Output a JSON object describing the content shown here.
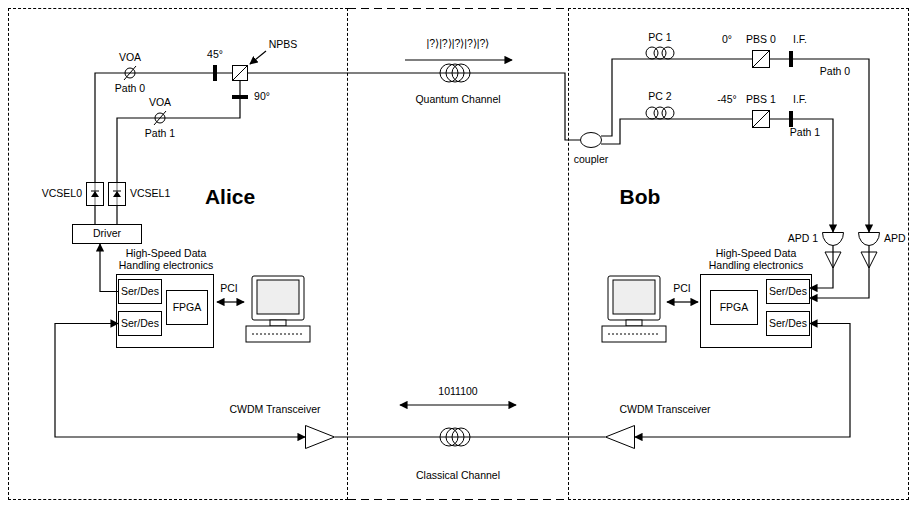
{
  "diagram": {
    "nodes": [
      {
        "text": [
          "Alice"
        ]
      },
      {
        "text": [
          "VCSEL0"
        ],
        "in": 0
      },
      {
        "text": [
          "VCSEL1"
        ],
        "in": 0
      },
      {
        "text": [
          "Driver"
        ],
        "in": 0
      },
      {
        "text": [
          "NPBS"
        ],
        "in": 0
      },
      {
        "text": [
          "High-Speed Data Handling electronics"
        ],
        "in": 0
      },
      {
        "text": [
          "Ser/Des"
        ],
        "in": 5
      },
      {
        "text": [
          "FPGA"
        ],
        "in": 5
      },
      {
        "text": [
          "Ser/Des"
        ],
        "in": 5
      },
      {
        "text": [
          "CWDM Transceiver"
        ],
        "in": 0
      },
      {
        "text": [
          "Bob"
        ]
      },
      {
        "text": [
          "coupler"
        ],
        "in": 10
      },
      {
        "text": [
          "PBS 0"
        ],
        "in": 10
      },
      {
        "text": [
          "PBS 1"
        ],
        "in": 10
      },
      {
        "text": [
          "APD 1"
        ],
        "in": 10
      },
      {
        "text": [
          "APD"
        ],
        "in": 10
      },
      {
        "text": [
          "High-Speed Data Handling electronics"
        ],
        "in": 10
      },
      {
        "text": [
          "FPGA"
        ],
        "in": 16
      },
      {
        "text": [
          "Ser/Des"
        ],
        "in": 16
      },
      {
        "text": [
          "Ser/Des"
        ],
        "in": 16
      },
      {
        "text": [
          "CWDM Transceiver"
        ],
        "in": 10
      }
    ],
    "edges": [
      {
        "from": 3,
        "to": 1,
        "arrow": "none"
      },
      {
        "from": 3,
        "to": 2,
        "arrow": "none"
      },
      {
        "from": 6,
        "to": 3,
        "arrow": "to"
      },
      {
        "from": 1,
        "to": 4,
        "arrow": "none"
      },
      {
        "from": 2,
        "to": 4,
        "arrow": "none"
      },
      {
        "from": 4,
        "to": 11,
        "arrow": "none"
      },
      {
        "from": 11,
        "to": 12,
        "arrow": "none"
      },
      {
        "from": 11,
        "to": 13,
        "arrow": "none"
      },
      {
        "from": 12,
        "to": 15,
        "arrow": "to"
      },
      {
        "from": 13,
        "to": 14,
        "arrow": "to"
      },
      {
        "from": 14,
        "to": 18,
        "arrow": "to"
      },
      {
        "from": 15,
        "to": 18,
        "arrow": "to"
      },
      {
        "from": 8,
        "to": 9,
        "arrow": "both"
      },
      {
        "from": 9,
        "to": 20,
        "arrow": "none"
      },
      {
        "from": 20,
        "to": 19,
        "arrow": "both"
      }
    ],
    "labels": [
      "VOA",
      "Path 0",
      "45°",
      "90°",
      "VOA",
      "Path 1",
      "|?⟩|?⟩|?⟩|?⟩|?⟩",
      "Quantum Channel",
      "PCI",
      "1011100",
      "Classical Channel",
      "PC 1",
      "0°",
      "I.F.",
      "Path 0",
      "PC 2",
      "-45°",
      "I.F.",
      "Path 1",
      "PCI"
    ]
  }
}
